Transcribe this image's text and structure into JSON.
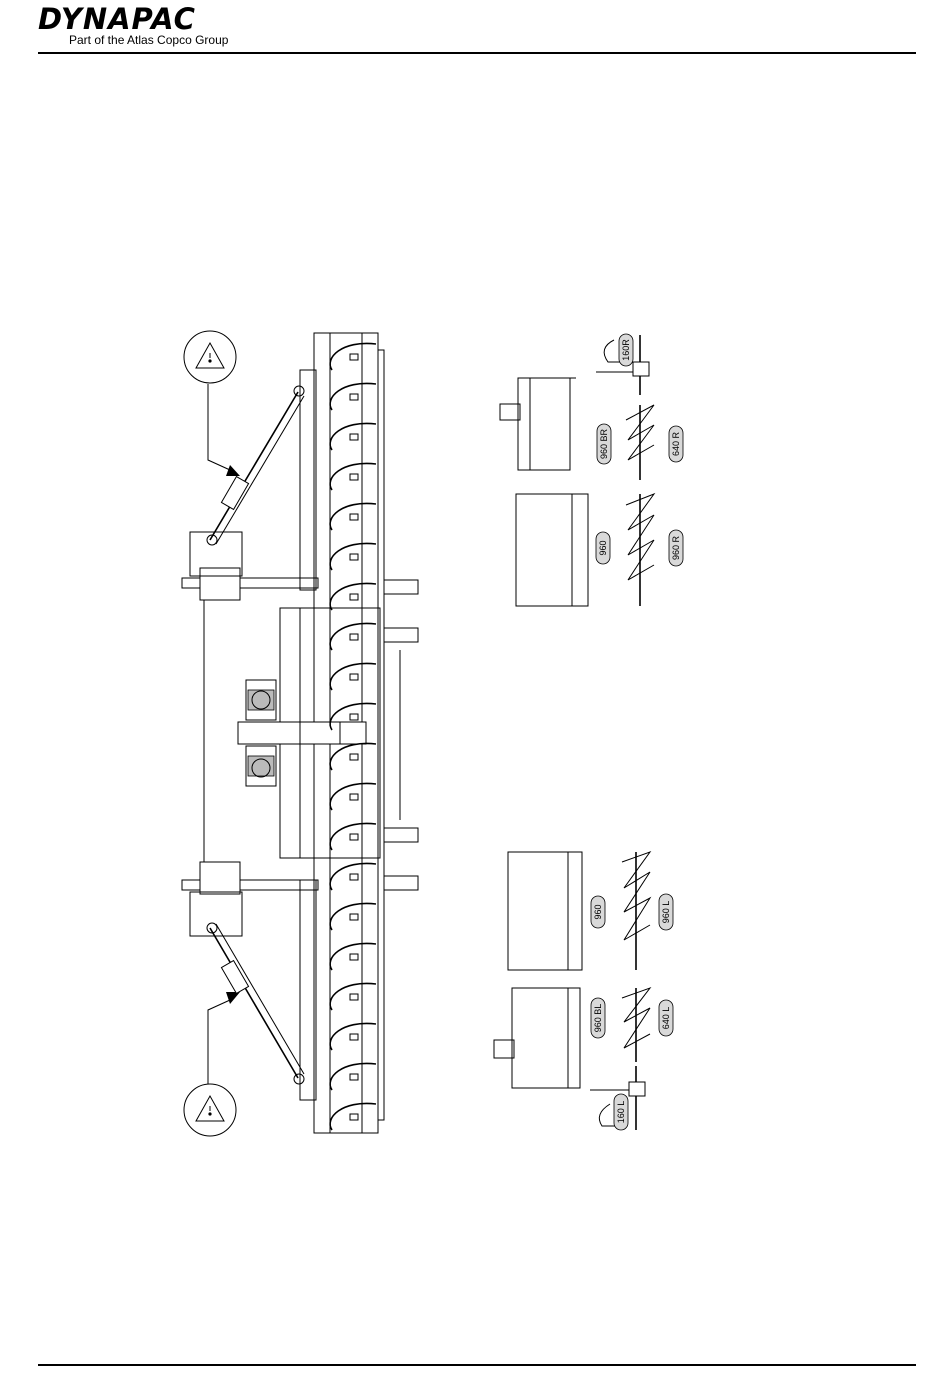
{
  "header": {
    "brand": "DYNAPAC",
    "tagline": "Part of the Atlas Copco Group"
  },
  "drawing": {
    "labels": {
      "right_960": "960",
      "right_960_br": "960 BR",
      "right_960_r": "960 R",
      "right_640_r": "640 R",
      "right_160_r": "160R",
      "left_960": "960",
      "left_960_l": "960 L",
      "left_960_bl": "960 BL",
      "left_640_l": "640 L",
      "left_160_l": "160 L"
    }
  }
}
